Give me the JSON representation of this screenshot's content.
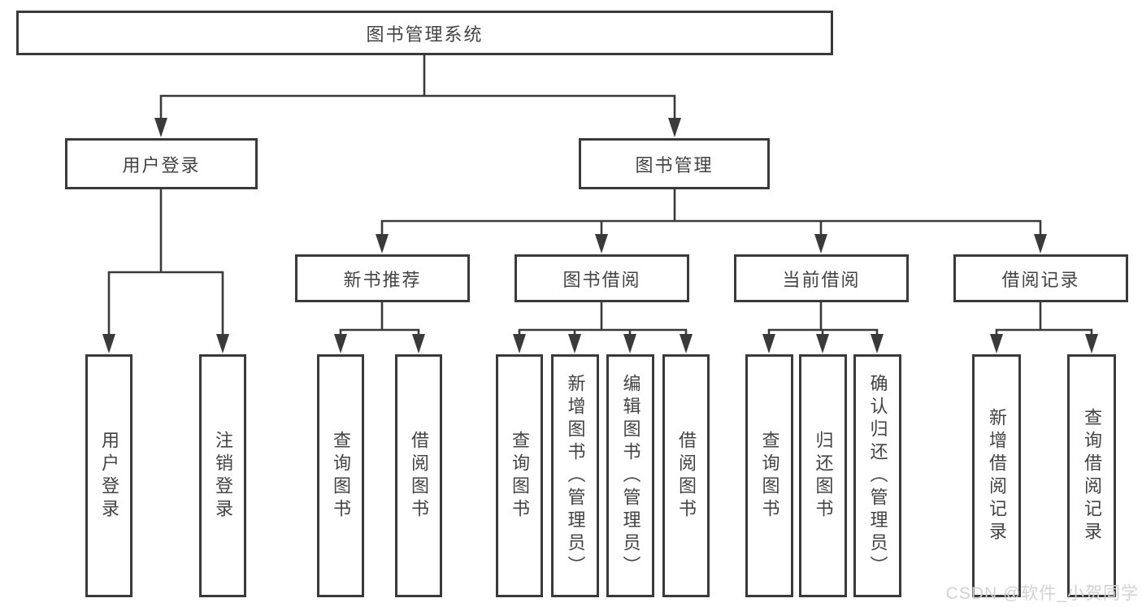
{
  "diagram": {
    "root": {
      "label": "图书管理系统"
    },
    "level1": [
      {
        "id": "user-login-branch",
        "label": "用户登录"
      },
      {
        "id": "book-management-branch",
        "label": "图书管理"
      }
    ],
    "level2": [
      {
        "id": "new-book-recommend",
        "label": "新书推荐"
      },
      {
        "id": "book-borrowing",
        "label": "图书借阅"
      },
      {
        "id": "current-borrowing",
        "label": "当前借阅"
      },
      {
        "id": "borrowing-records",
        "label": "借阅记录"
      }
    ],
    "leaves": [
      {
        "parent": "用户登录",
        "label": "用户登录"
      },
      {
        "parent": "用户登录",
        "label": "注销登录"
      },
      {
        "parent": "新书推荐",
        "label": "查询图书"
      },
      {
        "parent": "新书推荐",
        "label": "借阅图书"
      },
      {
        "parent": "图书借阅",
        "label": "查询图书"
      },
      {
        "parent": "图书借阅",
        "label": "新增图书（管理员）"
      },
      {
        "parent": "图书借阅",
        "label": "编辑图书（管理员）"
      },
      {
        "parent": "图书借阅",
        "label": "借阅图书"
      },
      {
        "parent": "当前借阅",
        "label": "查询图书"
      },
      {
        "parent": "当前借阅",
        "label": "归还图书"
      },
      {
        "parent": "当前借阅",
        "label": "确认归还（管理员）"
      },
      {
        "parent": "借阅记录",
        "label": "新增借阅记录"
      },
      {
        "parent": "借阅记录",
        "label": "查询借阅记录"
      }
    ]
  },
  "watermark": {
    "text": "CSDN @软件_小贺同学"
  },
  "colors": {
    "line": "#3a3a3a",
    "text": "#434343",
    "watermark": "#d2d2d2",
    "background": "#ffffff"
  }
}
